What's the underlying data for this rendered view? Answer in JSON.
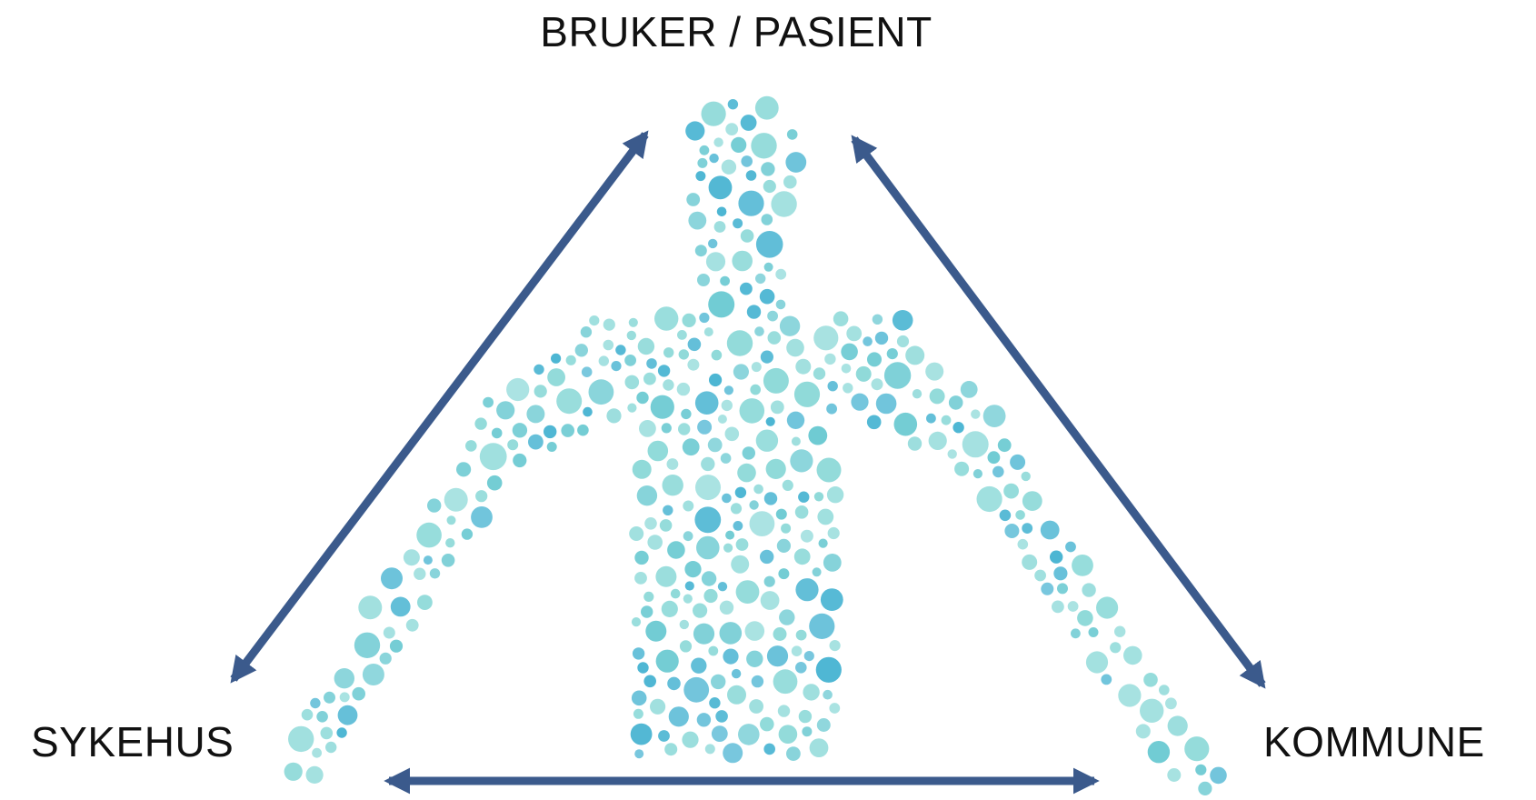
{
  "labels": {
    "top": "BRUKER / PASIENT",
    "left": "SYKEHUS",
    "right": "KOMMUNE"
  },
  "colors": {
    "arrow": "#3b5a8c",
    "bubble_light": "#8fdad9",
    "bubble_mid": "#6fcbd3",
    "bubble_dark": "#4db6d3",
    "text": "#111111"
  },
  "icons": {
    "figure": "human-figure-bubbles-icon"
  }
}
